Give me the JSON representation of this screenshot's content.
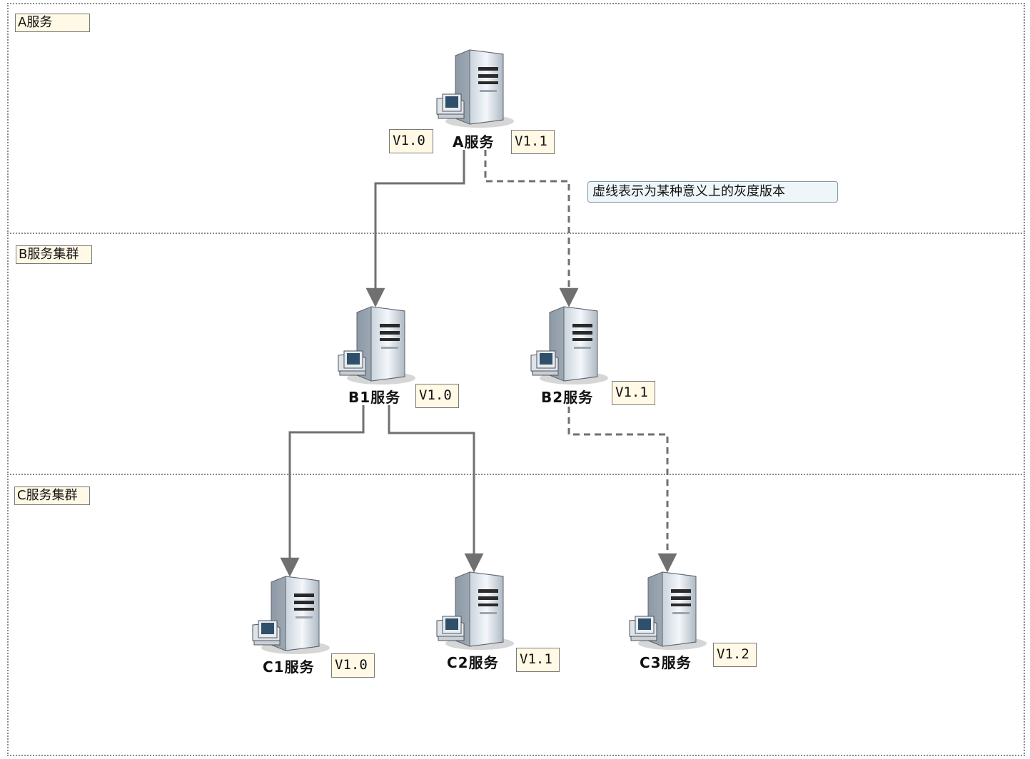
{
  "zones": [
    {
      "label": "A服务"
    },
    {
      "label": "B服务集群"
    },
    {
      "label": "C服务集群"
    }
  ],
  "servers": {
    "a": {
      "name": "A服务",
      "versions": [
        "V1.0",
        "V1.1"
      ]
    },
    "b1": {
      "name": "B1服务",
      "versions": [
        "V1.0"
      ]
    },
    "b2": {
      "name": "B2服务",
      "versions": [
        "V1.1"
      ]
    },
    "c1": {
      "name": "C1服务",
      "versions": [
        "V1.0"
      ]
    },
    "c2": {
      "name": "C2服务",
      "versions": [
        "V1.1"
      ]
    },
    "c3": {
      "name": "C3服务",
      "versions": [
        "V1.2"
      ]
    }
  },
  "note": "虚线表示为某种意义上的灰度版本",
  "edges": [
    {
      "from": "A服务",
      "to": "B1服务",
      "style": "solid"
    },
    {
      "from": "A服务",
      "to": "B2服务",
      "style": "dashed"
    },
    {
      "from": "B1服务",
      "to": "C1服务",
      "style": "solid"
    },
    {
      "from": "B1服务",
      "to": "C2服务",
      "style": "solid"
    },
    {
      "from": "B2服务",
      "to": "C3服务",
      "style": "dashed"
    }
  ],
  "colors": {
    "line": "#707070",
    "label_bg": "#fff9e6",
    "note_bg": "#eef6fa"
  }
}
